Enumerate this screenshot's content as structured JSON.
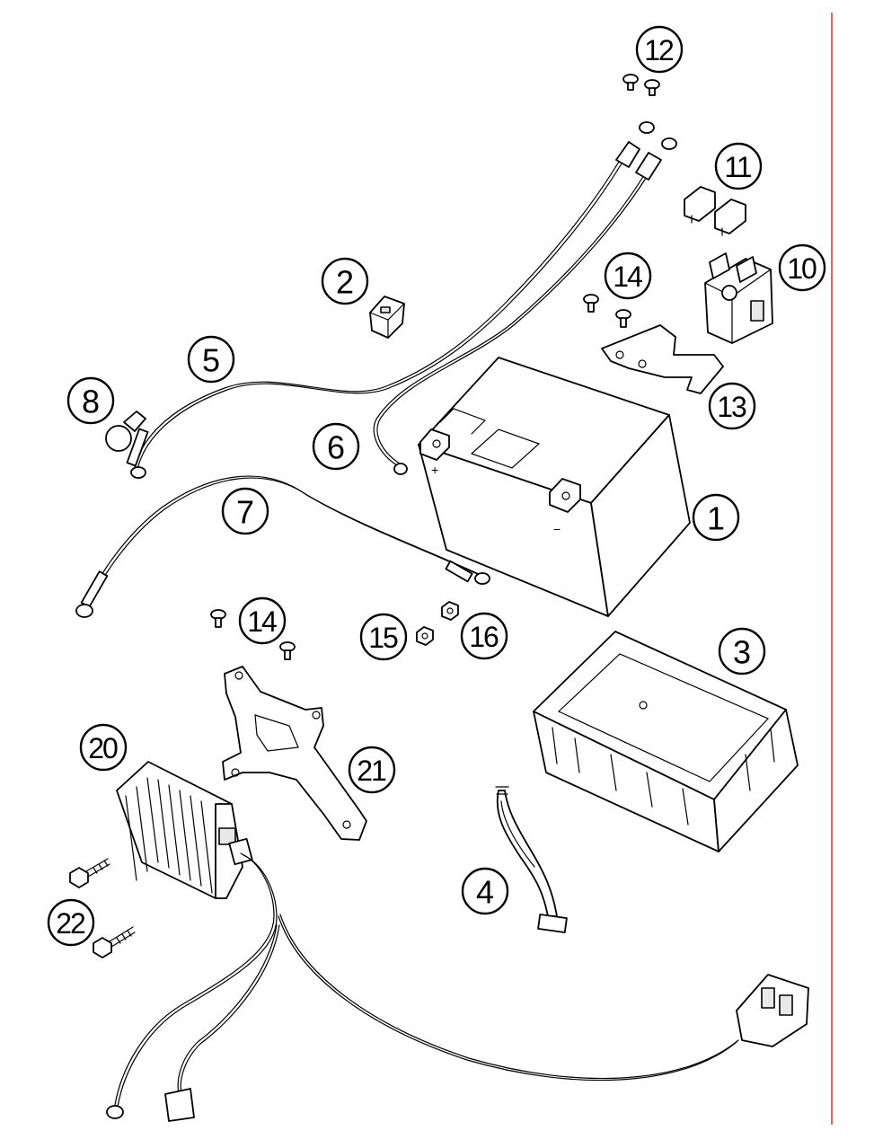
{
  "callouts": [
    {
      "id": "c1",
      "label": "1"
    },
    {
      "id": "c2",
      "label": "2"
    },
    {
      "id": "c3",
      "label": "3"
    },
    {
      "id": "c4",
      "label": "4"
    },
    {
      "id": "c5",
      "label": "5"
    },
    {
      "id": "c6",
      "label": "6"
    },
    {
      "id": "c7",
      "label": "7"
    },
    {
      "id": "c8",
      "label": "8"
    },
    {
      "id": "c10",
      "label": "10"
    },
    {
      "id": "c11",
      "label": "11"
    },
    {
      "id": "c12",
      "label": "12"
    },
    {
      "id": "c13",
      "label": "13"
    },
    {
      "id": "c14a",
      "label": "14"
    },
    {
      "id": "c14b",
      "label": "14"
    },
    {
      "id": "c15",
      "label": "15"
    },
    {
      "id": "c16",
      "label": "16"
    },
    {
      "id": "c20",
      "label": "20"
    },
    {
      "id": "c21",
      "label": "21"
    },
    {
      "id": "c22",
      "label": "22"
    }
  ],
  "colors": {
    "margin_line": "#d9342b",
    "ink": "#000000",
    "background": "#ffffff"
  }
}
